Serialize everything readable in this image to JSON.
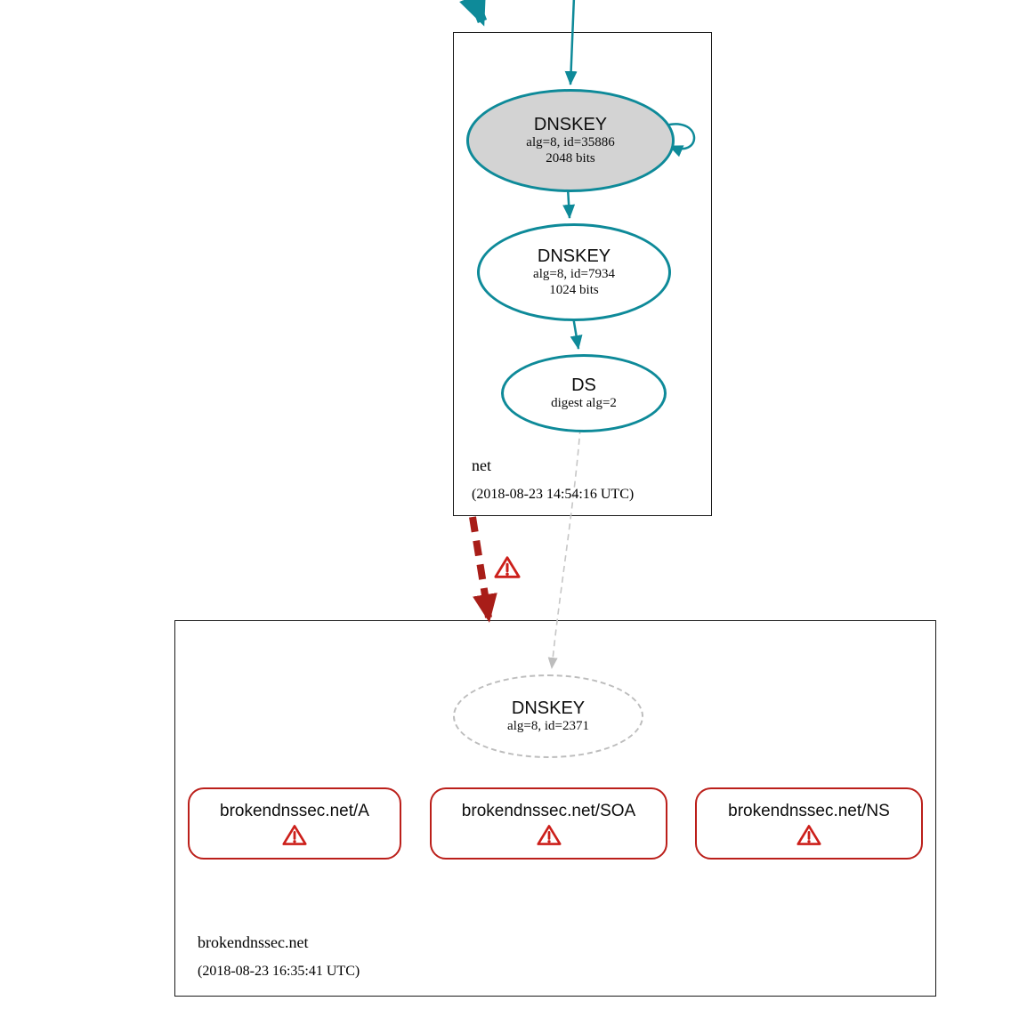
{
  "colors": {
    "secure_teal": "#0e8a99",
    "error_red": "#bb1f1a",
    "bogus_arrow_red": "#a81d18",
    "ksk_fill_gray": "#d3d3d3",
    "insecure_dashed_gray": "#bdbdbd",
    "box_border": "#1a1a1a"
  },
  "zones": {
    "net": {
      "label": "net",
      "timestamp": "(2018-08-23 14:54:16 UTC)",
      "nodes": {
        "ksk": {
          "title": "DNSKEY",
          "line2": "alg=8, id=35886",
          "line3": "2048 bits"
        },
        "zsk": {
          "title": "DNSKEY",
          "line2": "alg=8, id=7934",
          "line3": "1024 bits"
        },
        "ds": {
          "title": "DS",
          "line2": "digest alg=2"
        }
      }
    },
    "broken": {
      "label": "brokendnssec.net",
      "timestamp": "(2018-08-23 16:35:41 UTC)",
      "dnskey": {
        "title": "DNSKEY",
        "line2": "alg=8, id=2371"
      },
      "rrsets": [
        {
          "label": "brokendnssec.net/A"
        },
        {
          "label": "brokendnssec.net/SOA"
        },
        {
          "label": "brokendnssec.net/NS"
        }
      ]
    }
  }
}
